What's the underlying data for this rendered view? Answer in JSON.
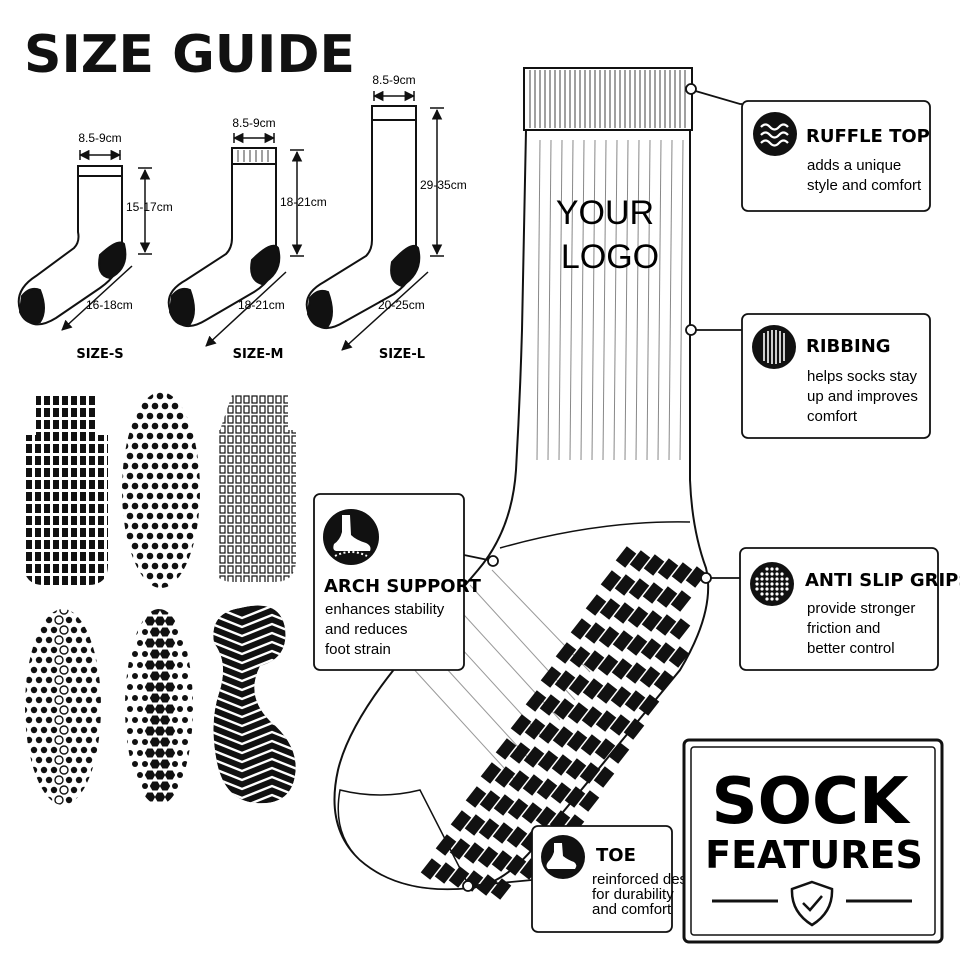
{
  "size_guide": {
    "title": "SIZE GUIDE",
    "sizes": [
      {
        "label": "SIZE-S",
        "top_width": "8.5-9cm",
        "height": "15-17cm",
        "foot": "16-18cm"
      },
      {
        "label": "SIZE-M",
        "top_width": "8.5-9cm",
        "height": "18-21cm",
        "foot": "18-21cm"
      },
      {
        "label": "SIZE-L",
        "top_width": "8.5-9cm",
        "height": "29-35cm",
        "foot": "20-25cm"
      }
    ]
  },
  "main_sock": {
    "logo_lines": [
      "YOUR",
      "LOGO"
    ]
  },
  "features": {
    "ruffle": {
      "title": "RUFFLE TOP",
      "lines": [
        "adds a unique",
        "style and comfort"
      ],
      "icon": "wave-icon"
    },
    "ribbing": {
      "title": "RIBBING",
      "lines": [
        "helps socks stay",
        "up and improves",
        "comfort"
      ],
      "icon": "stripes-icon"
    },
    "arch": {
      "title": "ARCH SUPPORT",
      "lines": [
        "enhances stability",
        "and reduces",
        "foot strain"
      ],
      "icon": "foot-arch-icon"
    },
    "grips": {
      "title": "ANTI SLIP GRIPS",
      "lines": [
        "provide stronger",
        "friction and",
        "better control"
      ],
      "icon": "dot-grid-icon"
    },
    "toe": {
      "title": "TOE",
      "lines": [
        "reinforced design",
        "for durability",
        "and comfort"
      ],
      "icon": "toe-icon"
    }
  },
  "badge": {
    "lines": [
      "SOCK",
      "FEATURES"
    ],
    "icon": "shield-check-icon"
  },
  "colors": {
    "ink": "#111111",
    "paper": "#ffffff"
  }
}
